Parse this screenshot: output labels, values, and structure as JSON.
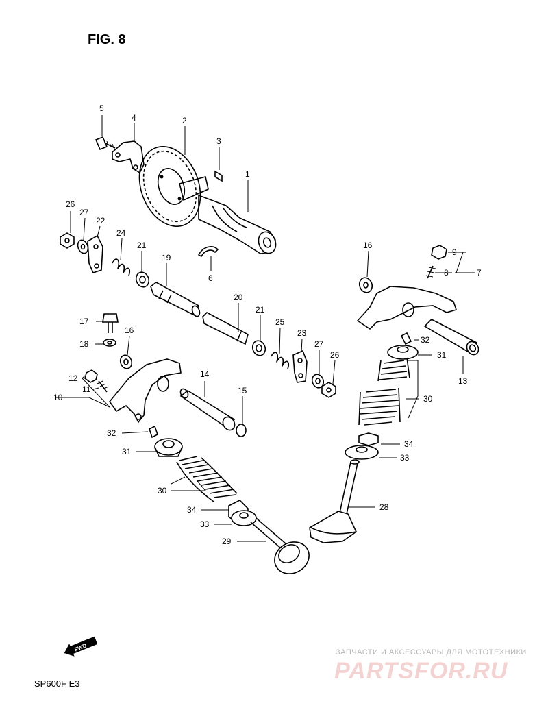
{
  "title": "FIG. 8",
  "model": "SP600F  E3",
  "fwd_label": "FWD",
  "watermark": {
    "line1": "ЗАПЧАСТИ И АКСЕССУАРЫ ДЛЯ МОТОТЕХНИКИ",
    "line2": "PARTSFOR.RU"
  },
  "callouts": {
    "c1": "1",
    "c2": "2",
    "c3": "3",
    "c4": "4",
    "c5": "5",
    "c6": "6",
    "c7": "7",
    "c8": "8",
    "c9": "9",
    "c10": "10",
    "c11": "11",
    "c12": "12",
    "c13": "13",
    "c14": "14",
    "c15": "15",
    "c16a": "16",
    "c16b": "16",
    "c17": "17",
    "c18": "18",
    "c19": "19",
    "c20": "20",
    "c21a": "21",
    "c21b": "21",
    "c22": "22",
    "c23": "23",
    "c24": "24",
    "c25": "25",
    "c26a": "26",
    "c26b": "26",
    "c27a": "27",
    "c27b": "27",
    "c28": "28",
    "c29": "29",
    "c30a": "30",
    "c30b": "30",
    "c31a": "31",
    "c31b": "31",
    "c32a": "32",
    "c32b": "32",
    "c33a": "33",
    "c33b": "33",
    "c34a": "34",
    "c34b": "34"
  }
}
